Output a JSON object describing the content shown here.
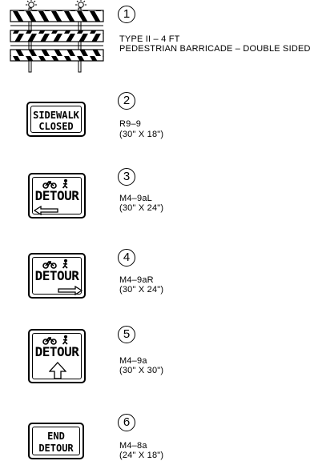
{
  "items": [
    {
      "number": "1",
      "line1": "TYPE II – 4 FT",
      "line2": "PEDESTRIAN BARRICADE – DOUBLE SIDED"
    },
    {
      "number": "2",
      "line1": "R9–9",
      "line2": "(30\" X 18\")",
      "sign_line1": "SIDEWALK",
      "sign_line2": "CLOSED"
    },
    {
      "number": "3",
      "line1": "M4–9aL",
      "line2": "(30\" X 24\")",
      "sign_text": "DETOUR",
      "arrow": "left"
    },
    {
      "number": "4",
      "line1": "M4–9aR",
      "line2": "(30\" X 24\")",
      "sign_text": "DETOUR",
      "arrow": "right"
    },
    {
      "number": "5",
      "line1": "M4–9a",
      "line2": "(30\" X 30\")",
      "sign_text": "DETOUR",
      "arrow": "up"
    },
    {
      "number": "6",
      "line1": "M4–8a",
      "line2": "(24\" X 18\")",
      "sign_line1": "END",
      "sign_line2": "DETOUR"
    }
  ],
  "icons": [
    "warning-light-icon",
    "bicycle-icon",
    "pedestrian-icon",
    "arrow-left-icon",
    "arrow-right-icon",
    "arrow-up-icon"
  ]
}
